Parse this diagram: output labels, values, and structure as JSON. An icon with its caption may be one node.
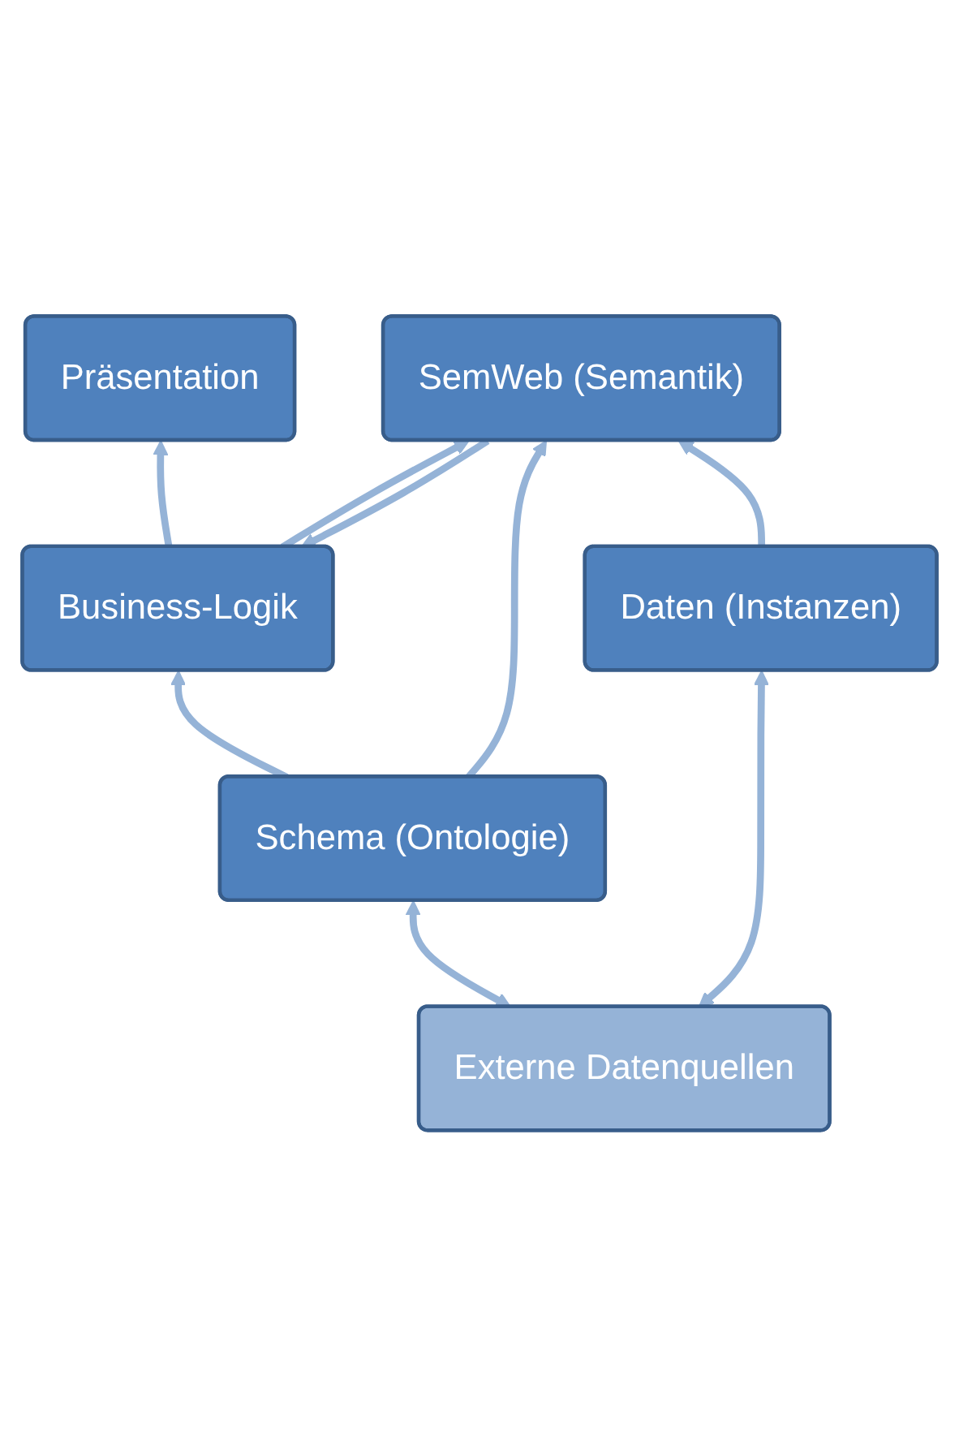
{
  "diagram": {
    "nodes": [
      {
        "text": [
          "Präsentation"
        ]
      },
      {
        "text": [
          "Business-Logik"
        ]
      },
      {
        "text": [
          "SemWeb (Semantik)"
        ]
      },
      {
        "text": [
          "Schema (Ontologie)"
        ]
      },
      {
        "text": [
          "Daten (Instanzen)"
        ]
      },
      {
        "text": [
          "Externe Datenquellen"
        ]
      }
    ],
    "edges": [
      {
        "from": 1,
        "to": 0,
        "arrow": "to"
      },
      {
        "from": 2,
        "to": 1,
        "arrow": "to"
      },
      {
        "from": 1,
        "to": 2,
        "arrow": "to"
      },
      {
        "from": 3,
        "to": 1,
        "arrow": "to"
      },
      {
        "from": 3,
        "to": 2,
        "arrow": "to"
      },
      {
        "from": 4,
        "to": 2,
        "arrow": "to"
      },
      {
        "from": 5,
        "to": 3,
        "arrow": "both"
      },
      {
        "from": 5,
        "to": 4,
        "arrow": "both"
      }
    ]
  }
}
